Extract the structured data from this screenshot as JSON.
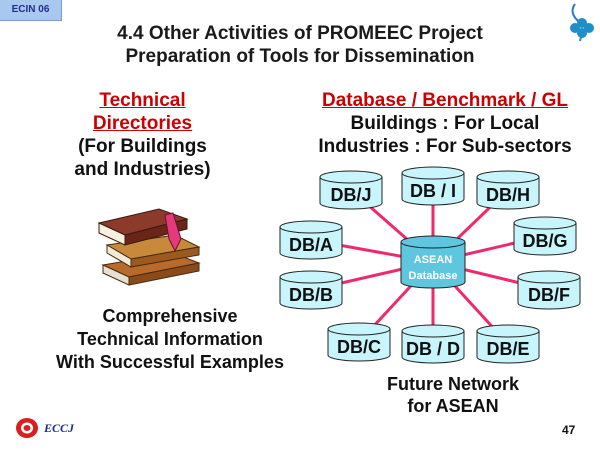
{
  "slide": {
    "tag": "ECIN 06",
    "title_line1": "4.4 Other Activities of PROMEEC Project",
    "title_line2": "Preparation of Tools for Dissemination",
    "left": {
      "heading_line1": "Technical",
      "heading_line2": "Directories",
      "sub_line1": "(For Buildings",
      "sub_line2": "and Industries)",
      "bottom_line1": "Comprehensive",
      "bottom_line2": "Technical Information",
      "bottom_line3": "With Successful Examples"
    },
    "right": {
      "heading": "Database / Benchmark / GL",
      "sub_line1": "Buildings : For Local",
      "sub_line2": "Industries : For Sub-sectors",
      "bottom_line1": "Future Network",
      "bottom_line2": "for ASEAN"
    },
    "network": {
      "center_line1": "ASEAN",
      "center_line2": "Database",
      "nodes": [
        "DB/J",
        "DB / I",
        "DB/H",
        "DB/G",
        "DB/F",
        "DB/E",
        "DB / D",
        "DB/C",
        "DB/B",
        "DB/A"
      ],
      "node_color": "#c8f5fb",
      "center_color": "#5ec7df",
      "line_color": "#ee2a6e"
    },
    "footer": {
      "org": "ECCJ",
      "page_number": "47"
    }
  }
}
